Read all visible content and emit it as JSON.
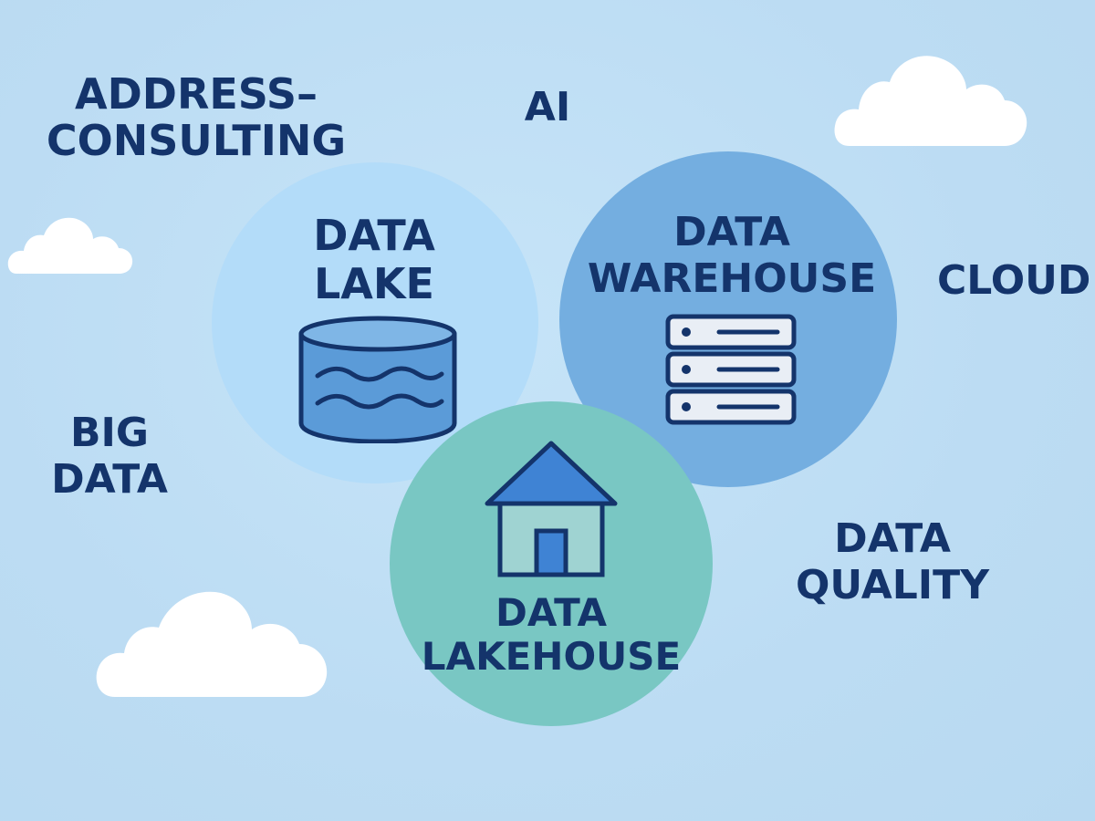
{
  "keywords": {
    "address_consulting": "ADDRESS–\nCONSULTING",
    "ai": "AI",
    "cloud": "CLOUD",
    "big_data": "BIG\nDATA",
    "data_quality": "DATA\nQUALITY"
  },
  "circles": {
    "lake": {
      "label": "DATA\nLAKE",
      "icon": "database-cylinder-icon",
      "color": "#b3dcf9"
    },
    "warehouse": {
      "label": "DATA\nWAREHOUSE",
      "icon": "server-rack-icon",
      "color": "#74aee0"
    },
    "lakehouse": {
      "label": "DATA\nLAKEHOUSE",
      "icon": "house-icon",
      "color": "#79c7c3"
    }
  },
  "colors": {
    "background": "#bfe0f6",
    "text": "#14346b",
    "cloud": "#ffffff"
  }
}
